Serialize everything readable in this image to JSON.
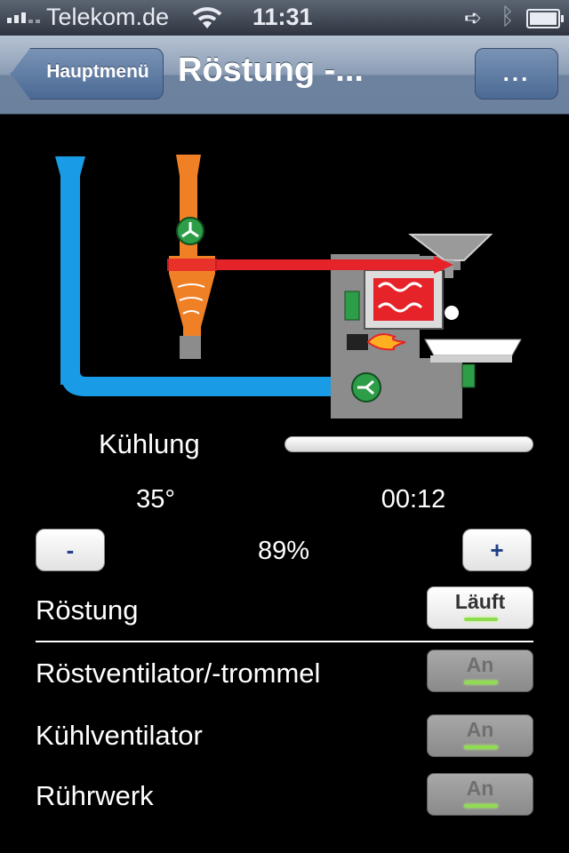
{
  "status_bar": {
    "carrier": "Telekom.de",
    "time": "11:31"
  },
  "nav": {
    "back_label": "Hauptmenü",
    "title": "Röstung  -...",
    "more_label": "..."
  },
  "diagram": {
    "air_cold_color": "#1a9be6",
    "air_exhaust_color": "#f08026",
    "hot_air_color": "#e62329",
    "machine_color": "#8c8c8c",
    "fan_color": "#2d9e47"
  },
  "process": {
    "phase": "Kühlung",
    "progress": 1.0,
    "temperature": "35°",
    "elapsed": "00:12"
  },
  "power": {
    "minus_label": "-",
    "value": "89%",
    "plus_label": "+"
  },
  "controls": [
    {
      "label": "Röstung",
      "state": "Läuft",
      "active": true
    },
    {
      "label": "Röstventilator/-trommel",
      "state": "An",
      "active": false
    },
    {
      "label": "Kühlventilator",
      "state": "An",
      "active": false
    },
    {
      "label": "Rührwerk",
      "state": "An",
      "active": false
    }
  ]
}
